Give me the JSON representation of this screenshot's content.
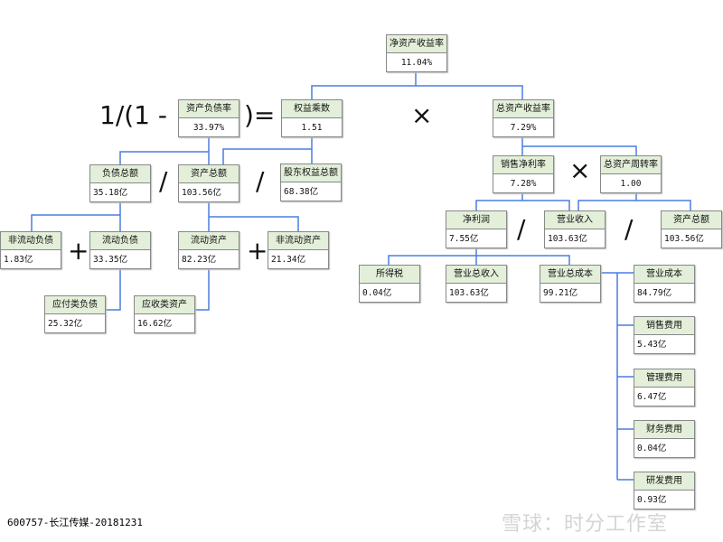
{
  "nodes": {
    "roe": {
      "label": "净资产收益率",
      "value": "11.04%"
    },
    "debt_ratio": {
      "label": "资产负债率",
      "value": "33.97%"
    },
    "equity_multiplier": {
      "label": "权益乘数",
      "value": "1.51"
    },
    "roa": {
      "label": "总资产收益率",
      "value": "7.29%"
    },
    "total_liabilities": {
      "label": "负债总额",
      "value": "35.18亿"
    },
    "total_assets": {
      "label": "资产总额",
      "value": "103.56亿"
    },
    "equity": {
      "label": "股东权益总额",
      "value": "68.38亿"
    },
    "net_margin": {
      "label": "销售净利率",
      "value": "7.28%"
    },
    "asset_turnover": {
      "label": "总资产周转率",
      "value": "1.00"
    },
    "noncurrent_liab": {
      "label": "非流动负债",
      "value": "1.83亿"
    },
    "current_liab": {
      "label": "流动负债",
      "value": "33.35亿"
    },
    "current_assets": {
      "label": "流动资产",
      "value": "82.23亿"
    },
    "noncurrent_assets": {
      "label": "非流动资产",
      "value": "21.34亿"
    },
    "net_profit": {
      "label": "净利润",
      "value": "7.55亿"
    },
    "revenue": {
      "label": "营业收入",
      "value": "103.63亿"
    },
    "total_assets2": {
      "label": "资产总额",
      "value": "103.56亿"
    },
    "payables": {
      "label": "应付类负债",
      "value": "25.32亿"
    },
    "receivables": {
      "label": "应收类资产",
      "value": "16.62亿"
    },
    "income_tax": {
      "label": "所得税",
      "value": "0.04亿"
    },
    "total_revenue": {
      "label": "营业总收入",
      "value": "103.63亿"
    },
    "total_cost": {
      "label": "营业总成本",
      "value": "99.21亿"
    },
    "op_cost": {
      "label": "营业成本",
      "value": "84.79亿"
    },
    "selling_exp": {
      "label": "销售费用",
      "value": "5.43亿"
    },
    "admin_exp": {
      "label": "管理费用",
      "value": "6.47亿"
    },
    "fin_exp": {
      "label": "财务费用",
      "value": "0.04亿"
    },
    "rd_exp": {
      "label": "研发费用",
      "value": "0.93亿"
    }
  },
  "operators": {
    "prefix": "1/(1 -",
    "suffix": ")=",
    "times": "×",
    "divide": "/",
    "plus": "+"
  },
  "footer": "600757-长江传媒-20181231",
  "watermark": "雪球：时分工作室",
  "colors": {
    "line": "#4a7de0",
    "header": "#e3efd9"
  }
}
